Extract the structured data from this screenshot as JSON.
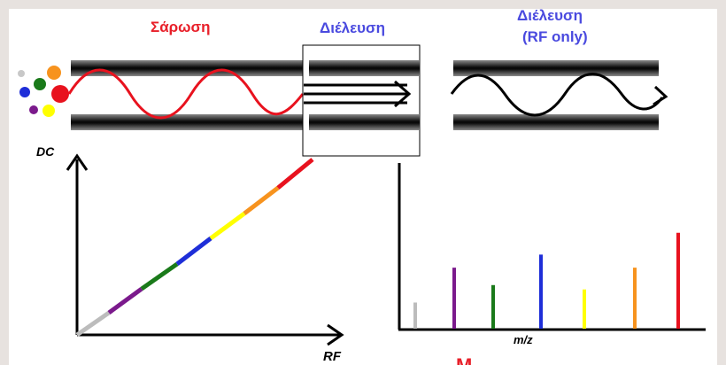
{
  "labels": {
    "scan": "Σάρωση",
    "pass": "Διέλευση",
    "pass_rf_line1": "Διέλευση",
    "pass_rf_line2": "(RF only)",
    "dc_axis": "DC",
    "rf_axis": "RF",
    "mz_axis": "m/z",
    "bottom_partial": "Μ"
  },
  "colors": {
    "label_red": "#e8202a",
    "label_blue": "#4a4adf",
    "red": "#e8121e",
    "orange": "#f7931e",
    "yellow": "#ffff00",
    "blue": "#1e2ed8",
    "green": "#1a7a1a",
    "purple": "#7b1a8c",
    "gray": "#bcbcbc"
  },
  "chart_data": {
    "type": "bar",
    "categories": [
      "gray",
      "purple",
      "green",
      "blue",
      "yellow",
      "orange",
      "red"
    ],
    "values": [
      30,
      70,
      50,
      85,
      45,
      70,
      110
    ],
    "xlabel": "m/z",
    "ylabel": "",
    "ylim": [
      0,
      190
    ]
  }
}
